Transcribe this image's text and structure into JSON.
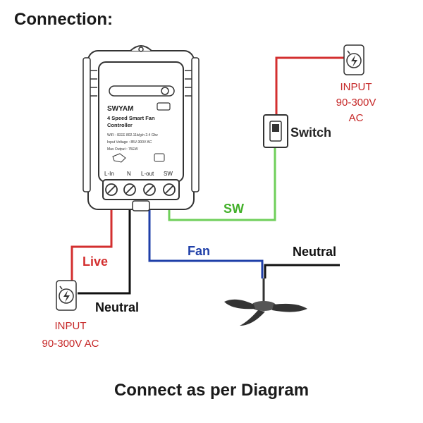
{
  "heading": "Connection:",
  "caption": "Connect as per Diagram",
  "device": {
    "brand": "SWYAM",
    "model_line1": "4 Speed Smart Fan",
    "model_line2": "Controller",
    "spec_wifi": "WiFi : IEEE 802.11b/g/n 2.4 Ghz",
    "spec_input": "Input Voltage : 85V-300V AC",
    "spec_output": "Max Output : 75EW",
    "terminals": [
      "L-In",
      "N",
      "L-out",
      "SW"
    ]
  },
  "labels": {
    "switch": "Switch",
    "sw": "SW",
    "fan": "Fan",
    "neutral_fan": "Neutral",
    "neutral_input": "Neutral",
    "live": "Live",
    "input_top_line1": "INPUT",
    "input_top_line2": "90-300V",
    "input_top_line3": "AC",
    "input_bottom_line1": "INPUT",
    "input_bottom_line2": "90-300V AC"
  },
  "colors": {
    "live_wire": "#d32f2f",
    "neutral_wire": "#111111",
    "fan_wire": "#1f3fa8",
    "sw_wire": "#6fcf5a",
    "sw_text": "#43b02a",
    "input_text": "#c62828",
    "fan_text": "#1f3fa8",
    "outline": "#333333"
  }
}
